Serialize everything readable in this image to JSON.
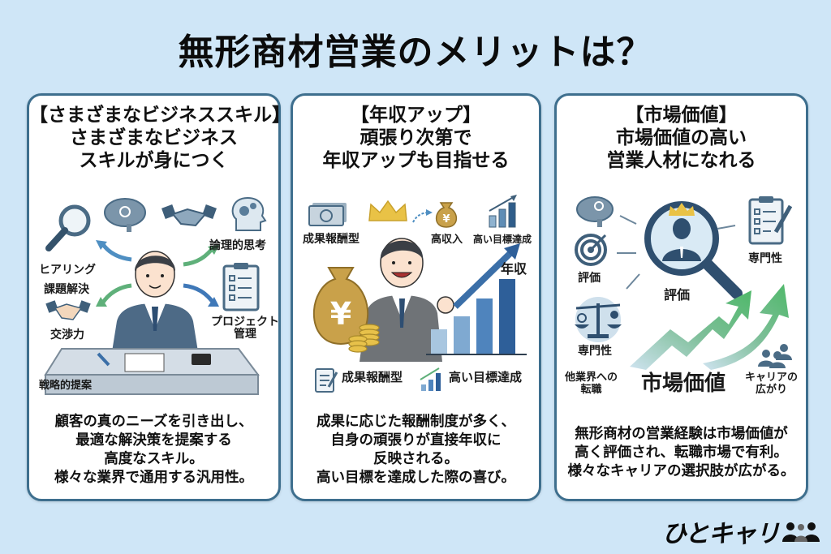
{
  "title": "無形商材営業のメリットは？",
  "colors": {
    "background": "#cfe6f7",
    "card_border": "#3e6f8e",
    "card_bg": "#ffffff",
    "navy": "#2f4f6f",
    "gold": "#e1b83b",
    "green": "#5fbf6e"
  },
  "cards": [
    {
      "heading": [
        "【さまざまなビジネススキル】",
        "さまざまなビジネス",
        "スキルが身につく"
      ],
      "labels": {
        "hearing": "ヒアリング",
        "problem_solving": "課題解決",
        "negotiation": "交渉力",
        "strategy": "戦略的提案",
        "logical": "論理的思考",
        "project": [
          "プロジェクト",
          "管理"
        ]
      },
      "icons": [
        "magnifier-icon",
        "brain-gear-icon",
        "handshake-icon",
        "head-gears-icon",
        "clipboard-checklist-icon",
        "handshake-icon",
        "businessman-illustration"
      ],
      "description": [
        "顧客の真のニーズを引き出し、",
        "最適な解決策を提案する",
        "高度なスキル。",
        "様々な業界で通用する汎用性。"
      ]
    },
    {
      "heading": [
        "【年収アップ】",
        "頑張り次第で",
        "年収アップも目指せる"
      ],
      "labels": {
        "performance_pay_top": "成果報酬型",
        "high_income": "高収入",
        "high_goal_top": "高い目標達成",
        "annual_income": "年収",
        "performance_pay_bottom": "成果報酬型",
        "high_goal_bottom": "高い目標達成"
      },
      "icons": [
        "banknote-icon",
        "crown-icon",
        "money-bag-yen-icon",
        "bar-chart-growth-icon",
        "coins-icon",
        "clipboard-icon"
      ],
      "description": [
        "成果に応じた報酬制度が多く、",
        "自身の頑張りが直接年収に",
        "反映される。",
        "高い目標を達成した際の喜び。"
      ]
    },
    {
      "heading": [
        "【市場価値】",
        "市場価値の高い",
        "営業人材になれる"
      ],
      "labels": {
        "evaluation_left": "評価",
        "evaluation_center": "評価",
        "expertise_right": "専門性",
        "expertise_left": "専門性",
        "other_industry": [
          "他業界への",
          "転職"
        ],
        "market_value": "市場価値",
        "career": [
          "キャリアの",
          "広がり"
        ]
      },
      "icons": [
        "brain-gear-icon",
        "target-icon",
        "magnifier-person-crown-icon",
        "clipboard-pen-icon",
        "scales-icon",
        "people-icon",
        "rising-arrow-icon"
      ],
      "description": [
        "無形商材の営業経験は市場価値が",
        "高く評価され、転職市場で有利。",
        "様々なキャリアの選択肢が広がる。"
      ]
    }
  ],
  "logo": {
    "text": "ひとキャリ",
    "icon": "people-icon"
  }
}
